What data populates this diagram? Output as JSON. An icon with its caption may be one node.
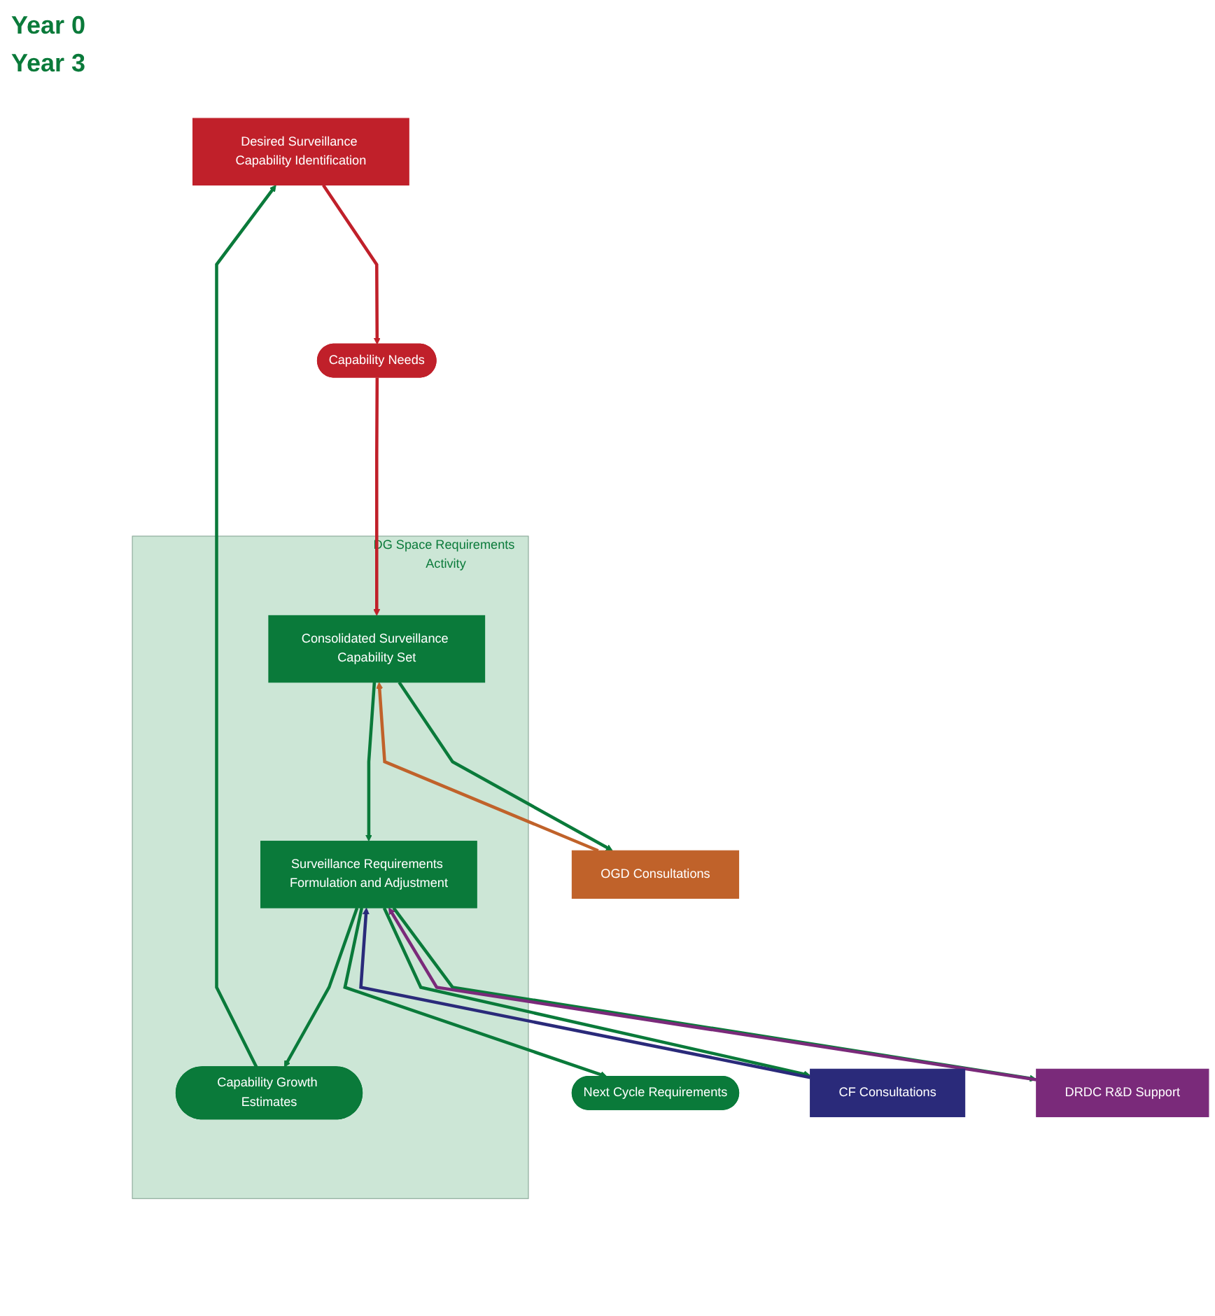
{
  "diagram": {
    "nodes": [
      {
        "text": [
          "Desired Surveillance Capability Identification"
        ]
      },
      {
        "text": [
          "Capability Needs"
        ]
      },
      {
        "text": [
          "DG Space Requirements Activity"
        ]
      },
      {
        "text": [
          "Consolidated Surveillance Capability Set"
        ],
        "in": 2
      },
      {
        "text": [
          "OGD Consultations"
        ]
      },
      {
        "text": [
          "Surveillance Requirements Formulation and Adjustment"
        ],
        "in": 2
      },
      {
        "text": [
          "CF Consultations"
        ]
      },
      {
        "text": [
          "DRDC R&D Support"
        ]
      },
      {
        "text": [
          "Capability Growth Estimates"
        ],
        "in": 2
      },
      {
        "text": [
          "Next Cycle Requirements"
        ]
      }
    ],
    "edges": [
      {
        "from": 0,
        "to": 1,
        "arrow": "to",
        "color": "#c0202a"
      },
      {
        "from": 1,
        "to": 3,
        "arrow": "to",
        "color": "#c0202a"
      },
      {
        "from": 3,
        "to": 4,
        "arrow": "to"
      },
      {
        "from": 4,
        "to": 3,
        "arrow": "to",
        "color": "#c0622a"
      },
      {
        "from": 3,
        "to": 5,
        "arrow": "to"
      },
      {
        "from": 5,
        "to": 6,
        "arrow": "to"
      },
      {
        "from": 6,
        "to": 5,
        "arrow": "to",
        "color": "#2a2a7a"
      },
      {
        "from": 5,
        "to": 7,
        "arrow": "to"
      },
      {
        "from": 7,
        "to": 5,
        "arrow": "to",
        "color": "#7a2a7a"
      },
      {
        "from": 5,
        "to": 8,
        "arrow": "to"
      },
      {
        "from": 8,
        "to": 0,
        "arrow": "to"
      },
      {
        "from": 5,
        "to": 9,
        "arrow": "to"
      }
    ],
    "labels": [
      "Year 0",
      "Year 3"
    ]
  }
}
